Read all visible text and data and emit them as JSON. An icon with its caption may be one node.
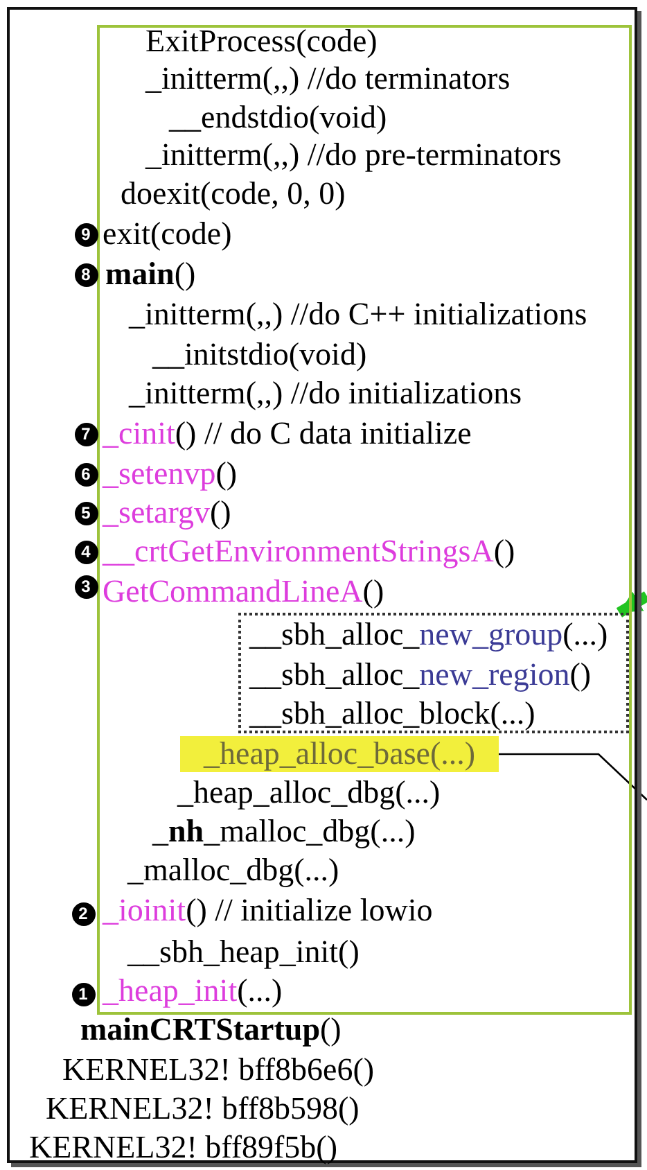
{
  "diagram": {
    "nodes": [
      {
        "text": [
          "**mainCRTStartup**()",
          "KERNEL32! bff8b6e6()",
          "KERNEL32! bff8b598()",
          "KERNEL32! bff89f5b()"
        ]
      },
      {
        "text": [
          "ExitProcess(code)",
          "_initterm(,,) //do terminators",
          "__endstdio(void)",
          "_initterm(,,) //do pre-terminators",
          "doexit(code, 0, 0)",
          "exit(code)",
          "**main**()",
          "_initterm(,,) //do C++ initializations",
          "__initstdio(void)",
          "_initterm(,,) //do initializations",
          "_cinit() // do C data initialize",
          "_setenvp()",
          "_setargv()",
          "__crtGetEnvironmentStringsA()",
          "GetCommandLineA()",
          "_heap_alloc_dbg(...)",
          "_**nh**_malloc_dbg(...)",
          "_malloc_dbg(...)",
          "_ioinit() // initialize lowio",
          "__sbh_heap_init()",
          "_heap_init(...)"
        ],
        "in": 0
      },
      {
        "text": [
          "__sbh_alloc_new_group(...)",
          "__sbh_alloc_new_region()",
          "__sbh_alloc_block(...)"
        ],
        "in": 1
      },
      {
        "text": [
          "_heap_alloc_base(...)"
        ],
        "in": 1
      }
    ],
    "edges": [
      {
        "from": null,
        "to": 2,
        "arrow": "to",
        "style": "thick",
        "color": "#22c422"
      },
      {
        "from": 3,
        "to": null,
        "arrow": "none",
        "color": "#000000"
      }
    ],
    "labels": [
      "9",
      "8",
      "7",
      "6",
      "5",
      "4",
      "3",
      "2",
      "1"
    ]
  }
}
